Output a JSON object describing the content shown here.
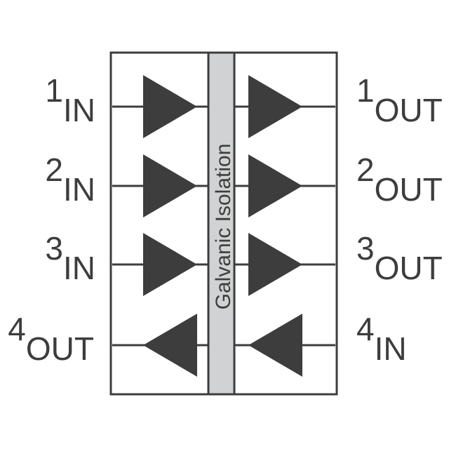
{
  "barrier": {
    "label": "Galvanic Isolation"
  },
  "colors": {
    "outline": "#3d3d3d",
    "fill": "#3d3d3d",
    "barrier_fill": "#d0d2d3",
    "text": "#3d3d3d"
  },
  "channels": [
    {
      "direction": "right",
      "left_pin": {
        "number": "1",
        "role": "IN"
      },
      "right_pin": {
        "number": "1",
        "role": "OUT"
      }
    },
    {
      "direction": "right",
      "left_pin": {
        "number": "2",
        "role": "IN"
      },
      "right_pin": {
        "number": "2",
        "role": "OUT"
      }
    },
    {
      "direction": "right",
      "left_pin": {
        "number": "3",
        "role": "IN"
      },
      "right_pin": {
        "number": "3",
        "role": "OUT"
      }
    },
    {
      "direction": "left",
      "left_pin": {
        "number": "4",
        "role": "OUT"
      },
      "right_pin": {
        "number": "4",
        "role": "IN"
      }
    }
  ]
}
